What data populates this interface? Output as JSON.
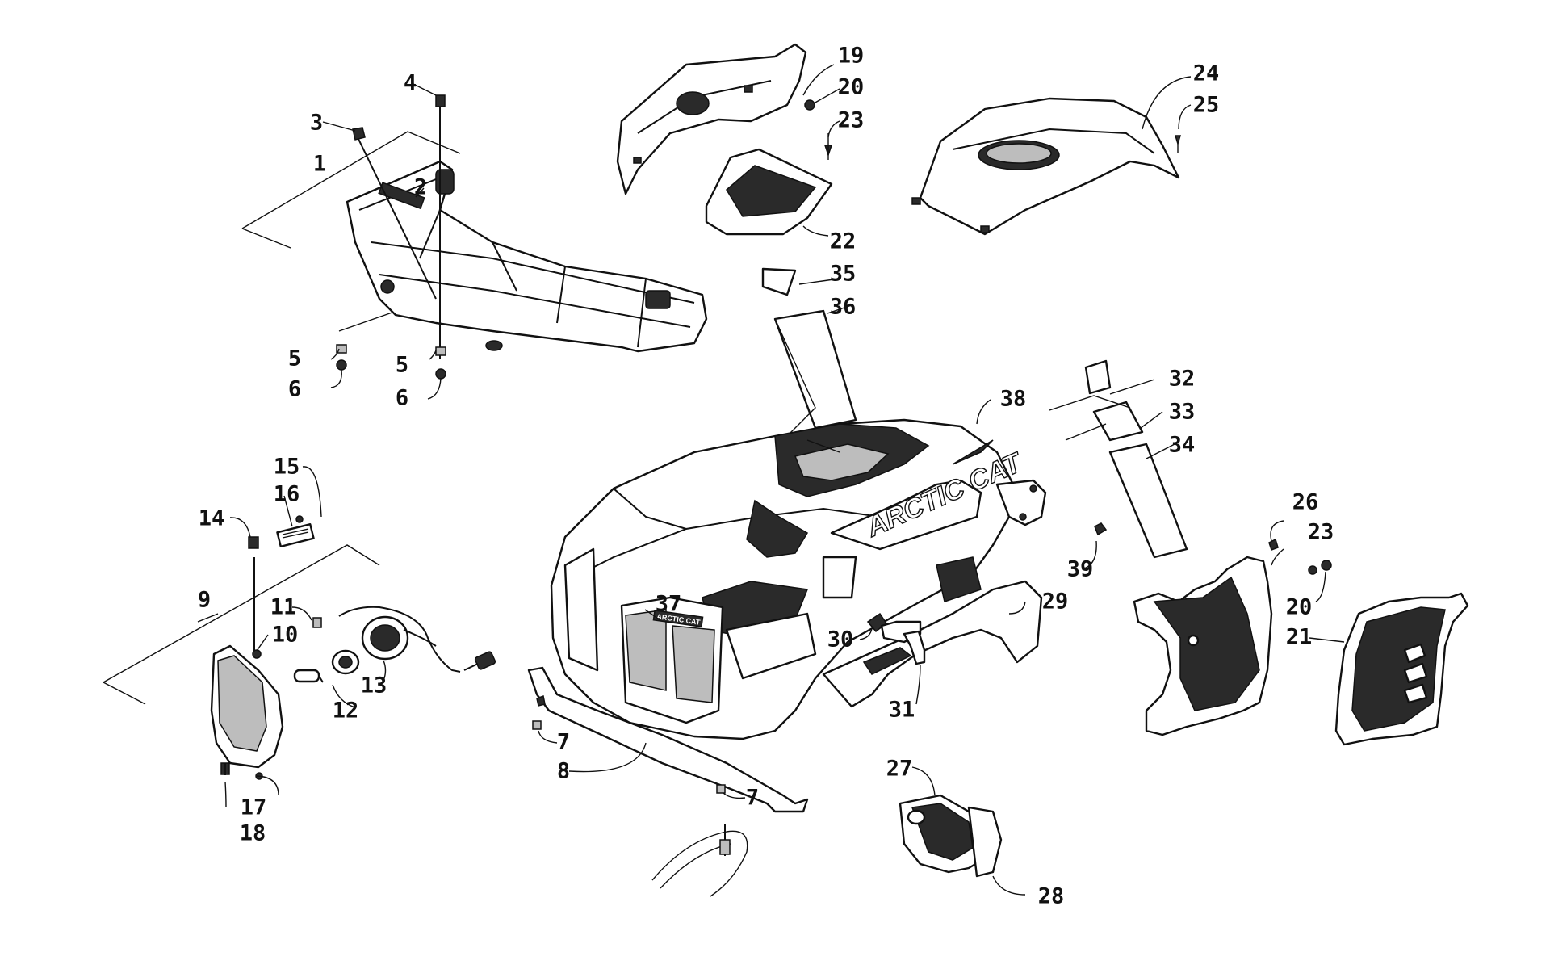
{
  "diagram": {
    "emblem_text": "ARCTIC CAT",
    "grille_badge_text": "ARCTIC CAT",
    "callouts": [
      "1",
      "2",
      "3",
      "4",
      "5",
      "6",
      "5",
      "6",
      "7",
      "7",
      "8",
      "9",
      "10",
      "11",
      "12",
      "13",
      "14",
      "15",
      "16",
      "17",
      "18",
      "19",
      "20",
      "23",
      "22",
      "24",
      "25",
      "35",
      "36",
      "32",
      "33",
      "34",
      "38",
      "37",
      "26",
      "23",
      "39",
      "29",
      "30",
      "20",
      "21",
      "31",
      "27",
      "28"
    ]
  }
}
